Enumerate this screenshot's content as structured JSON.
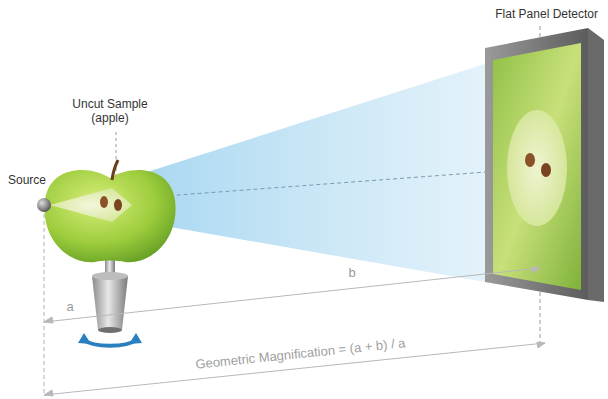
{
  "diagram": {
    "labels": [
      "Flat Panel Detector",
      "Uncut Sample (apple)",
      "Source",
      "b",
      "a",
      "Geometric Magnification = (a + b) / a"
    ]
  }
}
